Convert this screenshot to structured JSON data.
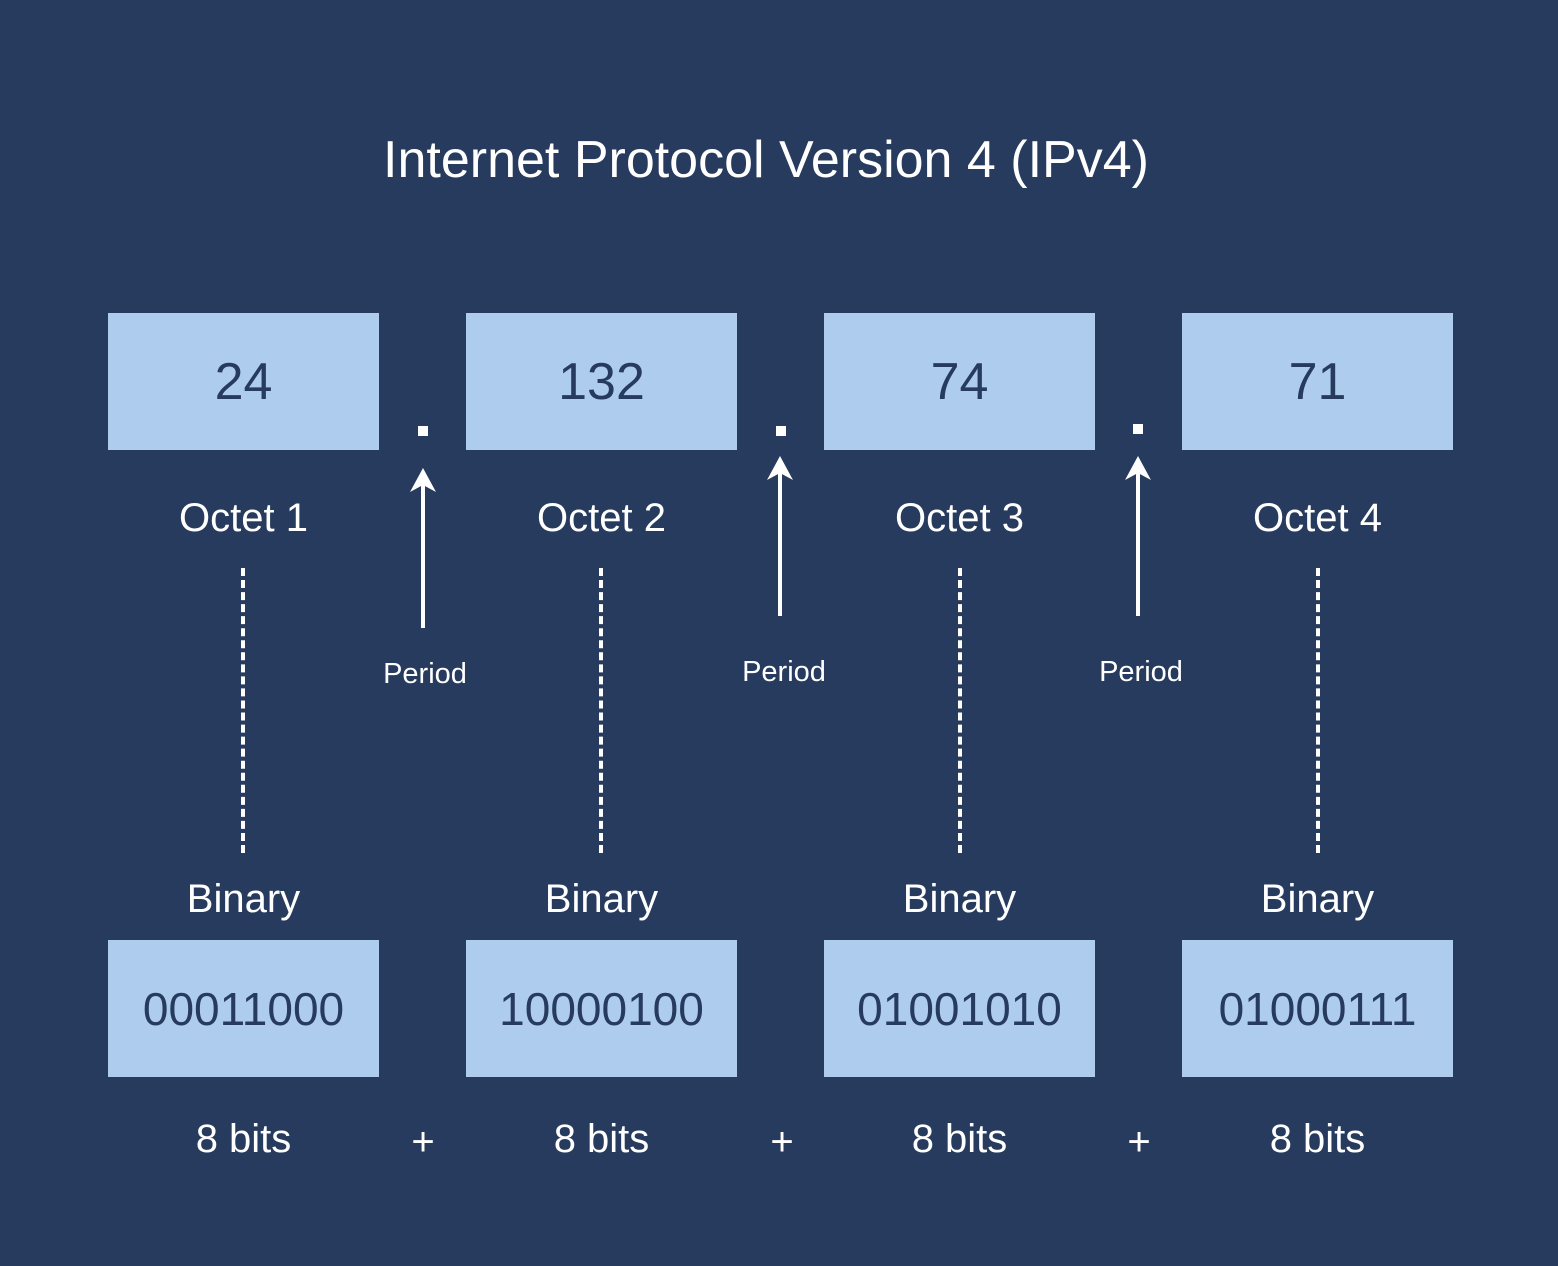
{
  "title": "Internet Protocol Version 4 (IPv4)",
  "octets": [
    {
      "decimal": "24",
      "label": "Octet 1",
      "binary_label": "Binary",
      "binary": "00011000",
      "bits": "8 bits"
    },
    {
      "decimal": "132",
      "label": "Octet 2",
      "binary_label": "Binary",
      "binary": "10000100",
      "bits": "8 bits"
    },
    {
      "decimal": "74",
      "label": "Octet 3",
      "binary_label": "Binary",
      "binary": "01001010",
      "bits": "8 bits"
    },
    {
      "decimal": "71",
      "label": "Octet 4",
      "binary_label": "Binary",
      "binary": "01000111",
      "bits": "8 bits"
    }
  ],
  "separators": [
    {
      "period_label": "Period",
      "plus": "+"
    },
    {
      "period_label": "Period",
      "plus": "+"
    },
    {
      "period_label": "Period",
      "plus": "+"
    }
  ],
  "colors": {
    "background": "#273b5e",
    "box_fill": "#aecdee",
    "box_text": "#273b5e",
    "label_text": "#ffffff"
  }
}
